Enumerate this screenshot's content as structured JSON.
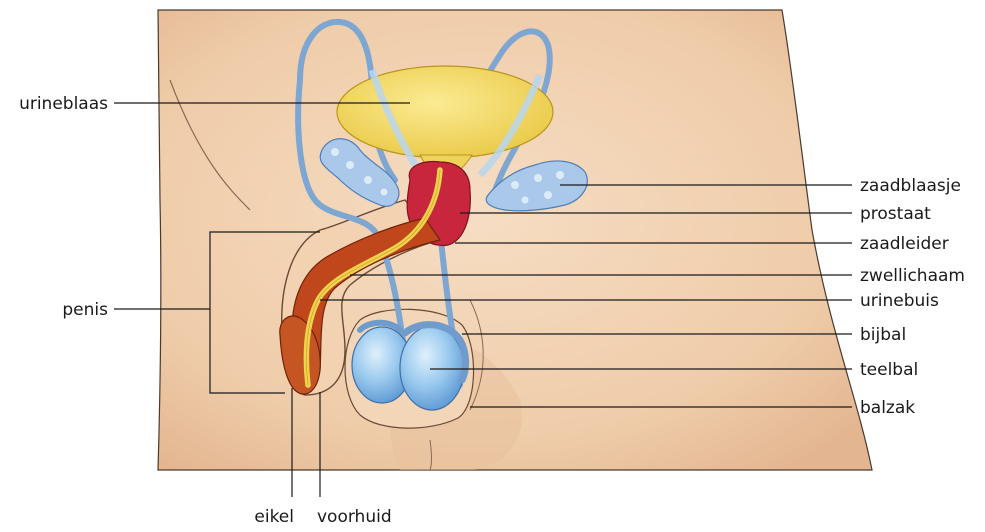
{
  "labels": {
    "bladder": "urineblaas",
    "penis": "penis",
    "glans": "eikel",
    "foreskin": "voorhuid",
    "seminal_vesicle": "zaadblaasje",
    "prostate": "prostaat",
    "vas_deferens": "zaadleider",
    "erectile_tissue": "zwellichaam",
    "urethra": "urinebuis",
    "epididymis": "bijbal",
    "testis": "teelbal",
    "scrotum": "balzak"
  },
  "colors": {
    "skin": "#f2d3b4",
    "skin_shadow": "#e3b691",
    "bladder": "#f1d95a",
    "prostate": "#c8263c",
    "erectile_tissue": "#c0461c",
    "urethra": "#f1d34d",
    "vas_deferens": "#8fb4dc",
    "seminal_vesicle": "#a9c8ea",
    "testis": "#8cc1ea",
    "line": "#1a1a1a"
  }
}
